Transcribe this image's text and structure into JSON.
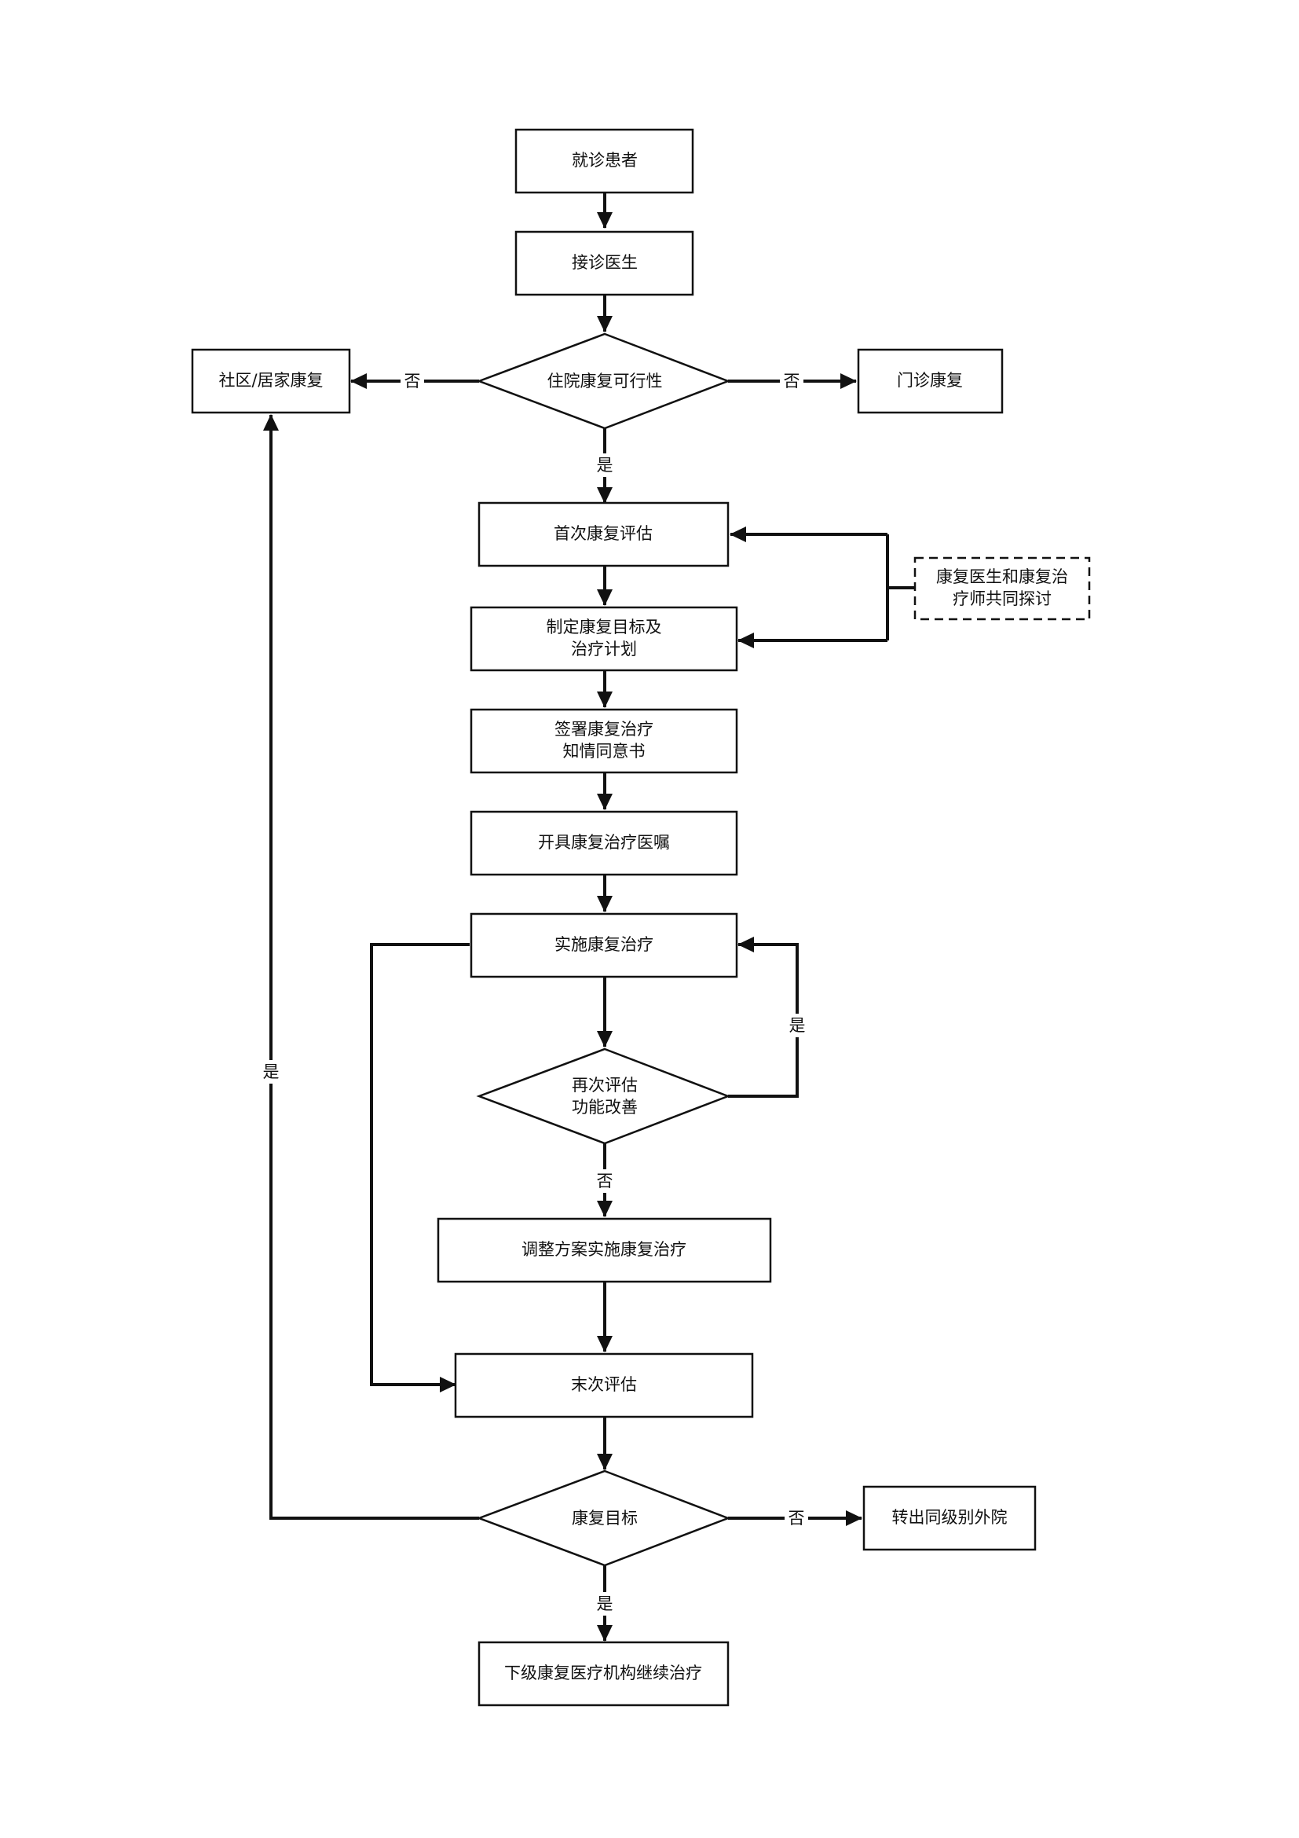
{
  "nodes": {
    "patient": "就诊患者",
    "doctor": "接诊医生",
    "feasibility": "住院康复可行性",
    "community": "社区/居家康复",
    "outpatient": "门诊康复",
    "first_eval": "首次康复评估",
    "joint_discuss": [
      "康复医生和康复治",
      "疗师共同探讨"
    ],
    "plan": [
      "制定康复目标及",
      "治疗计划"
    ],
    "consent": [
      "签署康复治疗",
      "知情同意书"
    ],
    "orders": "开具康复治疗医嘱",
    "implement": "实施康复治疗",
    "re_eval": [
      "再次评估",
      "功能改善"
    ],
    "adjust": "调整方案实施康复治疗",
    "final_eval": "末次评估",
    "goal": "康复目标",
    "transfer": "转出同级别外院",
    "lower_level": "下级康复医疗机构继续治疗"
  },
  "edge_labels": {
    "feasibility_left_no": "否",
    "feasibility_right_no": "否",
    "feasibility_yes": "是",
    "re_eval_yes": "是",
    "re_eval_no": "否",
    "goal_left_yes": "是",
    "goal_right_no": "否",
    "goal_down_yes": "是"
  }
}
